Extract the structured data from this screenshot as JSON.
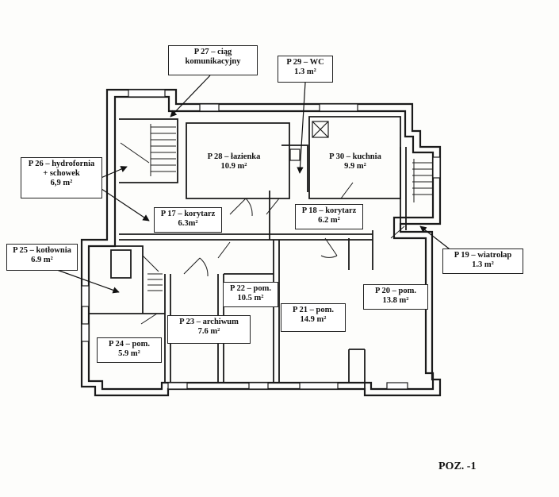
{
  "rooms": [
    {
      "id": "p17",
      "name": "P 17 – korytarz",
      "area": "6.3m²"
    },
    {
      "id": "p18",
      "name": "P 18 – korytarz",
      "area": "6.2 m²"
    },
    {
      "id": "p19",
      "name": "P 19 – wiatrolap",
      "area": "1.3 m²"
    },
    {
      "id": "p20",
      "name": "P 20 – pom.",
      "area": "13.8 m²"
    },
    {
      "id": "p21",
      "name": "P 21 – pom.",
      "area": "14.9 m²"
    },
    {
      "id": "p22",
      "name": "P 22 – pom.",
      "area": "10.5 m²"
    },
    {
      "id": "p23",
      "name": "P 23 – archiwum",
      "area": "7.6 m²"
    },
    {
      "id": "p24",
      "name": "P 24 – pom.",
      "area": "5.9 m²"
    },
    {
      "id": "p25",
      "name": "P 25 – kotłownia",
      "area": "6.9 m²"
    },
    {
      "id": "p26",
      "name": "P 26 – hydrofornia",
      "name2": "+ schowek",
      "area": "6,9 m²"
    },
    {
      "id": "p27",
      "name": "P 27 – ciąg",
      "name2": "komunikacyjny"
    },
    {
      "id": "p28",
      "name": "P 28 – łazienka",
      "area": "10.9 m²"
    },
    {
      "id": "p29",
      "name": "P 29 – WC",
      "area": "1.3 m²"
    },
    {
      "id": "p30",
      "name": "P 30 – kuchnia",
      "area": "9.9 m²"
    }
  ],
  "sheet_label": "POZ. -1",
  "colors": {
    "wall": "#1a1a1a",
    "paper": "#fdfdfb"
  }
}
